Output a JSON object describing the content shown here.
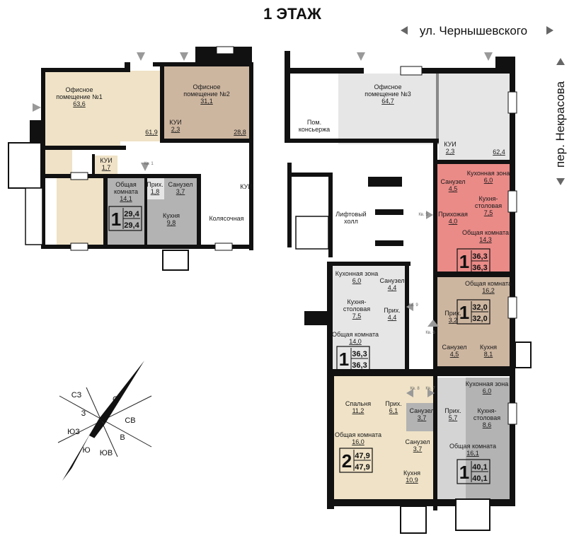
{
  "title": "1 ЭТАЖ",
  "street_top": "ул. Чернышевского",
  "street_side": "пер. Некрасова",
  "rooms": [
    {
      "id": "office1",
      "name": "Офисное\nпомещение №1",
      "area": "63,6"
    },
    {
      "id": "office1b",
      "name": "",
      "area": "61,9"
    },
    {
      "id": "office2",
      "name": "Офисное\nпомещение №2",
      "area": "31,1"
    },
    {
      "id": "office2b",
      "name": "",
      "area": "28,8"
    },
    {
      "id": "kui2",
      "name": "КУИ",
      "area": "2,3"
    },
    {
      "id": "kui1",
      "name": "КУИ",
      "area": "1,7"
    },
    {
      "id": "office3",
      "name": "Офисное\nпомещение №3",
      "area": "64,7"
    },
    {
      "id": "office3b",
      "name": "",
      "area": "62,4"
    },
    {
      "id": "kui3",
      "name": "КУИ",
      "area": "2,3"
    },
    {
      "id": "concierge",
      "name": "Пом.\nконсьержа",
      "area": ""
    },
    {
      "id": "stroller",
      "name": "Колясочная",
      "area": ""
    },
    {
      "id": "kui4",
      "name": "КУИ",
      "area": ""
    },
    {
      "id": "lift",
      "name": "Лифтовый\nхолл",
      "area": ""
    },
    {
      "id": "a1_living",
      "name": "Общая\nкомната",
      "area": "14,1"
    },
    {
      "id": "a1_hall",
      "name": "Прих.",
      "area": "1,8"
    },
    {
      "id": "a1_bath",
      "name": "Санузел",
      "area": "3,7"
    },
    {
      "id": "a1_kitchen",
      "name": "Кухня",
      "area": "9,8"
    },
    {
      "id": "a5_bath",
      "name": "Санузел",
      "area": "4,5"
    },
    {
      "id": "a5_kzone",
      "name": "Кухонная зона",
      "area": "6,0"
    },
    {
      "id": "a5_kdining",
      "name": "Кухня-\nстоловая",
      "area": "7,5"
    },
    {
      "id": "a5_hall",
      "name": "Прихожая",
      "area": "4,0"
    },
    {
      "id": "a5_living",
      "name": "Общая комната",
      "area": "14,3"
    },
    {
      "id": "a9_kzone",
      "name": "Кухонная зона",
      "area": "6,0"
    },
    {
      "id": "a9_bath",
      "name": "Санузел",
      "area": "4,4"
    },
    {
      "id": "a9_kdining",
      "name": "Кухня-\nстоловая",
      "area": "7,5"
    },
    {
      "id": "a9_hall",
      "name": "Прих.",
      "area": "4,4"
    },
    {
      "id": "a9_living",
      "name": "Общая комната",
      "area": "14,0"
    },
    {
      "id": "a6_living",
      "name": "Общая комната",
      "area": "16,2"
    },
    {
      "id": "a6_hall",
      "name": "Прих.",
      "area": "3,2"
    },
    {
      "id": "a6_bath",
      "name": "Санузел",
      "area": "4,5"
    },
    {
      "id": "a6_kitchen",
      "name": "Кухня",
      "area": "8,1"
    },
    {
      "id": "a8_bedroom",
      "name": "Спальня",
      "area": "11,2"
    },
    {
      "id": "a8_hall",
      "name": "Прих.",
      "area": "6,1"
    },
    {
      "id": "a8_living",
      "name": "Общая комната",
      "area": "16,0"
    },
    {
      "id": "a8_bath",
      "name": "Санузел",
      "area": "3,7"
    },
    {
      "id": "a8_kitchen",
      "name": "Кухня",
      "area": "10,9"
    },
    {
      "id": "a7_bath",
      "name": "Санузел",
      "area": "3,7"
    },
    {
      "id": "a7_hall",
      "name": "Прих.",
      "area": "5,7"
    },
    {
      "id": "a7_kzone",
      "name": "Кухонная зона",
      "area": "6,0"
    },
    {
      "id": "a7_kdining",
      "name": "Кухня-\nстоловая",
      "area": "8,6"
    },
    {
      "id": "a7_living",
      "name": "Общая комната",
      "area": "16,1"
    }
  ],
  "badges": [
    {
      "id": "kv1",
      "rooms": "1",
      "total": "29,4",
      "living": "29,4"
    },
    {
      "id": "kv5",
      "rooms": "1",
      "total": "36,3",
      "living": "36,3"
    },
    {
      "id": "kv9",
      "rooms": "1",
      "total": "36,3",
      "living": "36,3"
    },
    {
      "id": "kv6",
      "rooms": "1",
      "total": "32,0",
      "living": "32,0"
    },
    {
      "id": "kv8",
      "rooms": "2",
      "total": "47,9",
      "living": "47,9"
    },
    {
      "id": "kv7",
      "rooms": "1",
      "total": "40,1",
      "living": "40,1"
    }
  ],
  "apt_tags": [
    {
      "id": "t1",
      "text": "Кв. 1"
    },
    {
      "id": "t5",
      "text": "Кв. 5"
    },
    {
      "id": "t9",
      "text": "Кв. 9"
    },
    {
      "id": "t6",
      "text": "Кв. 6"
    },
    {
      "id": "t8",
      "text": "Кв. 8"
    },
    {
      "id": "t7",
      "text": "Кв. 7"
    }
  ],
  "compass": {
    "n": "С",
    "s": "Ю",
    "e": "В",
    "w": "З",
    "ne": "СВ",
    "nw": "СЗ",
    "se": "ЮВ",
    "sw": "ЮЗ"
  },
  "colors": {
    "beige": "#efe2c6",
    "brown": "#cdb6a0",
    "grey": "#e6e6e6",
    "midgrey": "#b3b3b3",
    "darkgrey": "#a8a8a8",
    "pink": "#ea8b88",
    "wall": "#111111"
  }
}
